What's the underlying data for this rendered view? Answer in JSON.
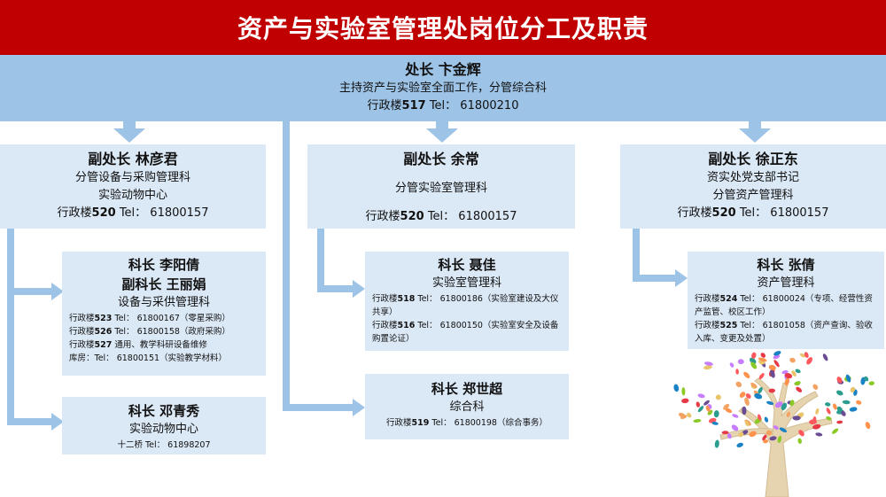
{
  "title": "资产与实验室管理处岗位分工及职责",
  "colors": {
    "title_bg": "#c00000",
    "head_bg": "#9dc3e6",
    "box_bg": "#dbe8f5",
    "connector": "#9dc3e6"
  },
  "director": {
    "name": "处长  卞金辉",
    "duty": "主持资产与实验室全面工作，分管综合科",
    "tel_prefix": "行政楼",
    "room": "517",
    "tel": " Tel：  61800210"
  },
  "deputies": [
    {
      "name": "副处长  林彦君",
      "duties": [
        "分管设备与采购管理科",
        "实验动物中心"
      ],
      "tel_prefix": "行政楼",
      "room": "520",
      "tel": " Tel：  61800157"
    },
    {
      "name": "副处长  余常",
      "duties": [
        "分管实验室管理科"
      ],
      "tel_prefix": "行政楼",
      "room": "520",
      "tel": " Tel：  61800157"
    },
    {
      "name": "副处长  徐正东",
      "duties": [
        "资实处党支部书记",
        "分管资产管理科"
      ],
      "tel_prefix": "行政楼",
      "room": "520",
      "tel": " Tel：  61800157"
    }
  ],
  "sections": {
    "equipment": {
      "chief": "科长  李阳倩",
      "vice": "副科长  王丽娟",
      "dept": "设备与采供管理科",
      "lines": [
        {
          "prefix": "行政楼",
          "room": "523",
          "text": " Tel：  61800167（零星采购）"
        },
        {
          "prefix": "行政楼",
          "room": "526",
          "text": " Tel：  61800158（政府采购）"
        },
        {
          "prefix": "行政楼",
          "room": "527",
          "text": " 通用、教学科研设备维修"
        },
        {
          "prefix": "",
          "room": "",
          "text": "库房：Tel：  61800151（实验教学材料）"
        }
      ]
    },
    "animal": {
      "chief": "科长  邓青秀",
      "dept": "实验动物中心",
      "line": "十二桥 Tel：  61898207"
    },
    "lab": {
      "chief": "科长  聂佳",
      "dept": "实验室管理科",
      "lines": [
        {
          "prefix": "行政楼",
          "room": "518",
          "text": " Tel：  61800186（实验室建设及大仪共享）"
        },
        {
          "prefix": "行政楼",
          "room": "516",
          "text": " Tel：  61800150（实验室安全及设备购置论证）"
        }
      ]
    },
    "general": {
      "chief": "科长  郑世超",
      "dept": "综合科",
      "line_prefix": "行政楼",
      "line_room": "519",
      "line_text": " Tel：  61800198（综合事务）"
    },
    "asset": {
      "chief": "科长  张倩",
      "dept": "资产管理科",
      "lines": [
        {
          "prefix": "行政楼",
          "room": "524",
          "text": " Tel：  61800024（专项、经营性资产监管、校区工作）"
        },
        {
          "prefix": "行政楼",
          "room": "525",
          "text": " Tel：  61801058（资产查询、验收入库、变更及处置）"
        }
      ]
    }
  },
  "tree_leaf_colors": [
    "#e63946",
    "#f4a261",
    "#e9c46a",
    "#2a9d8f",
    "#6a4c93",
    "#8ac926",
    "#ff595e",
    "#1982c4",
    "#ff924c",
    "#c77dff"
  ]
}
